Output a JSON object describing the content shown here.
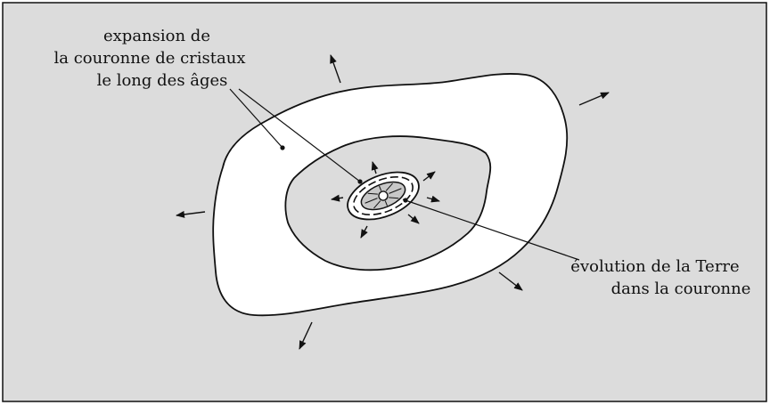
{
  "labels": {
    "top_line1": "expansion de",
    "top_line2": "la couronne de cristaux",
    "top_line3": "le long des âges",
    "bottom_line1": "évolution de la Terre",
    "bottom_line2": "dans la couronne"
  },
  "colors": {
    "background": "#dcdcdc",
    "outer_ring": "#ffffff",
    "inner_region": "#dcdcdc",
    "ellipse_ring": "#ffffff",
    "core": "#c8c8c8",
    "stroke": "#111111"
  }
}
